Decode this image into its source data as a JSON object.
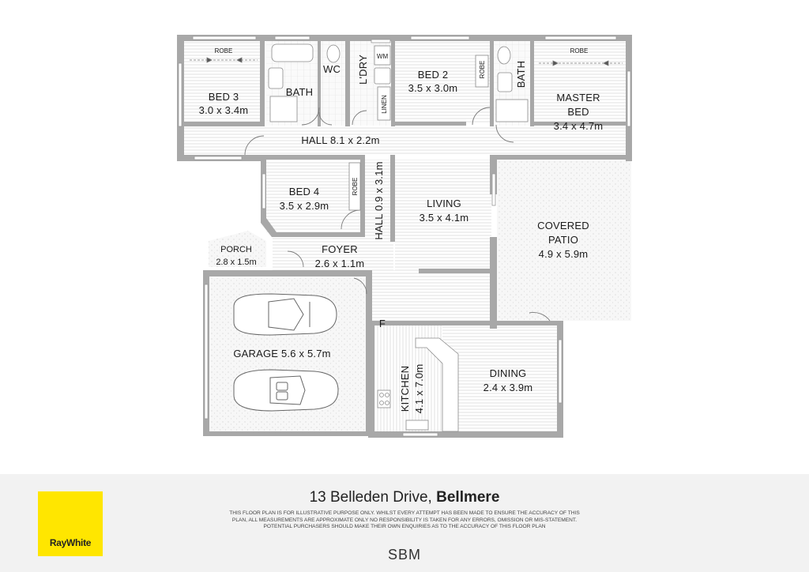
{
  "rooms": {
    "robe_bed3": "ROBE",
    "bed3_name": "BED 3",
    "bed3_size": "3.0 x 3.4m",
    "bath1": "BATH",
    "wc": "WC",
    "laundry": "L'DRY",
    "wm": "WM",
    "linen": "LINEN",
    "bed2_name": "BED 2",
    "bed2_size": "3.5 x 3.0m",
    "robe_bed2": "ROBE",
    "bath2": "BATH",
    "robe_master": "ROBE",
    "master_line1": "MASTER",
    "master_line2": "BED",
    "master_size": "3.4 x 4.7m",
    "hall_main": "HALL 8.1 x 2.2m",
    "bed4_name": "BED 4",
    "bed4_size": "3.5 x 2.9m",
    "robe_bed4": "ROBE",
    "hall_side": "HALL 0.9 x 3.1m",
    "living_name": "LIVING",
    "living_size": "3.5 x 4.1m",
    "patio_line1": "COVERED",
    "patio_line2": "PATIO",
    "patio_size": "4.9 x 5.9m",
    "porch_name": "PORCH",
    "porch_size": "2.8 x 1.5m",
    "foyer_name": "FOYER",
    "foyer_size": "2.6 x 1.1m",
    "fridge": "F",
    "garage": "GARAGE 5.6 x 5.7m",
    "kitchen_name": "KITCHEN",
    "kitchen_size": "4.1 x 7.0m",
    "dining_name": "DINING",
    "dining_size": "2.4 x 3.9m"
  },
  "footer": {
    "brand": "RayWhite",
    "brand_color": "#FFE600",
    "address_street": "13 Belleden Drive, ",
    "address_suburb": "Bellmere",
    "disclaimer": "This floor plan is for illustrative purpose only. Whilst every attempt has been made to ensure the accuracy of this plan, all measurements are approximate only no responsibility is taken for any errors, omission or mis-statement. Potential purchasers should make their own enquiries as to the accuracy of this floor plan",
    "drafter_logo": "SBM"
  }
}
